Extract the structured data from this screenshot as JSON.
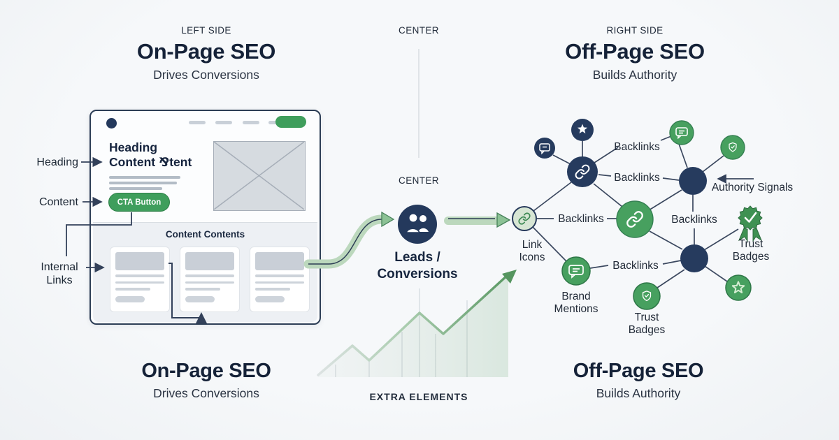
{
  "header": {
    "left": {
      "eyebrow": "LEFT SIDE",
      "title": "On-Page SEO",
      "subtitle": "Drives Conversions"
    },
    "center": {
      "eyebrow": "CENTER"
    },
    "right": {
      "eyebrow": "RIGHT SIDE",
      "title": "Off-Page SEO",
      "subtitle": "Builds Authority"
    }
  },
  "callouts": {
    "heading": "Heading",
    "content": "Content",
    "internal_links": "Internal Links"
  },
  "wireframe": {
    "heading_line1": "Heading",
    "heading_line2": "Content ⅋tent",
    "cta_label": "CTA Button",
    "section_title": "Content Contents"
  },
  "center_flow": {
    "label": "CENTER",
    "caption": "Leads / Conversions"
  },
  "network": {
    "backlinks": [
      "Backlinks",
      "Backlinks",
      "Backlinks",
      "Backlinks",
      "Backlinks"
    ],
    "authority_signals": "Authority Signals",
    "link_icons": "Link Icons",
    "brand_mentions": "Brand Mentions",
    "trust_badges_top": "Trust Badges",
    "trust_badges_bottom": "Trust Badges"
  },
  "footer": {
    "left": {
      "title": "On-Page SEO",
      "subtitle": "Drives Conversions"
    },
    "center_label": "EXTRA ELEMENTS",
    "right": {
      "title": "Off-Page SEO",
      "subtitle": "Builds Authority"
    }
  },
  "icons": {
    "center_node": "users-icon",
    "link_nodes": "link-icon",
    "star_node": "star-icon",
    "chat_nodes": "chat-icon",
    "shield_nodes": "shield-check-icon",
    "ribbon_node": "award-ribbon-icon",
    "star_outline_node": "star-outline-icon",
    "trend": "growth-arrow-icon"
  },
  "colors": {
    "background": "#f2f4f6",
    "navy": "#263b5e",
    "green": "#47a05f",
    "pale_green": "#d7e6d4",
    "arrow_band": "#bcd8bd",
    "title": "#152238",
    "label": "#222b38"
  }
}
